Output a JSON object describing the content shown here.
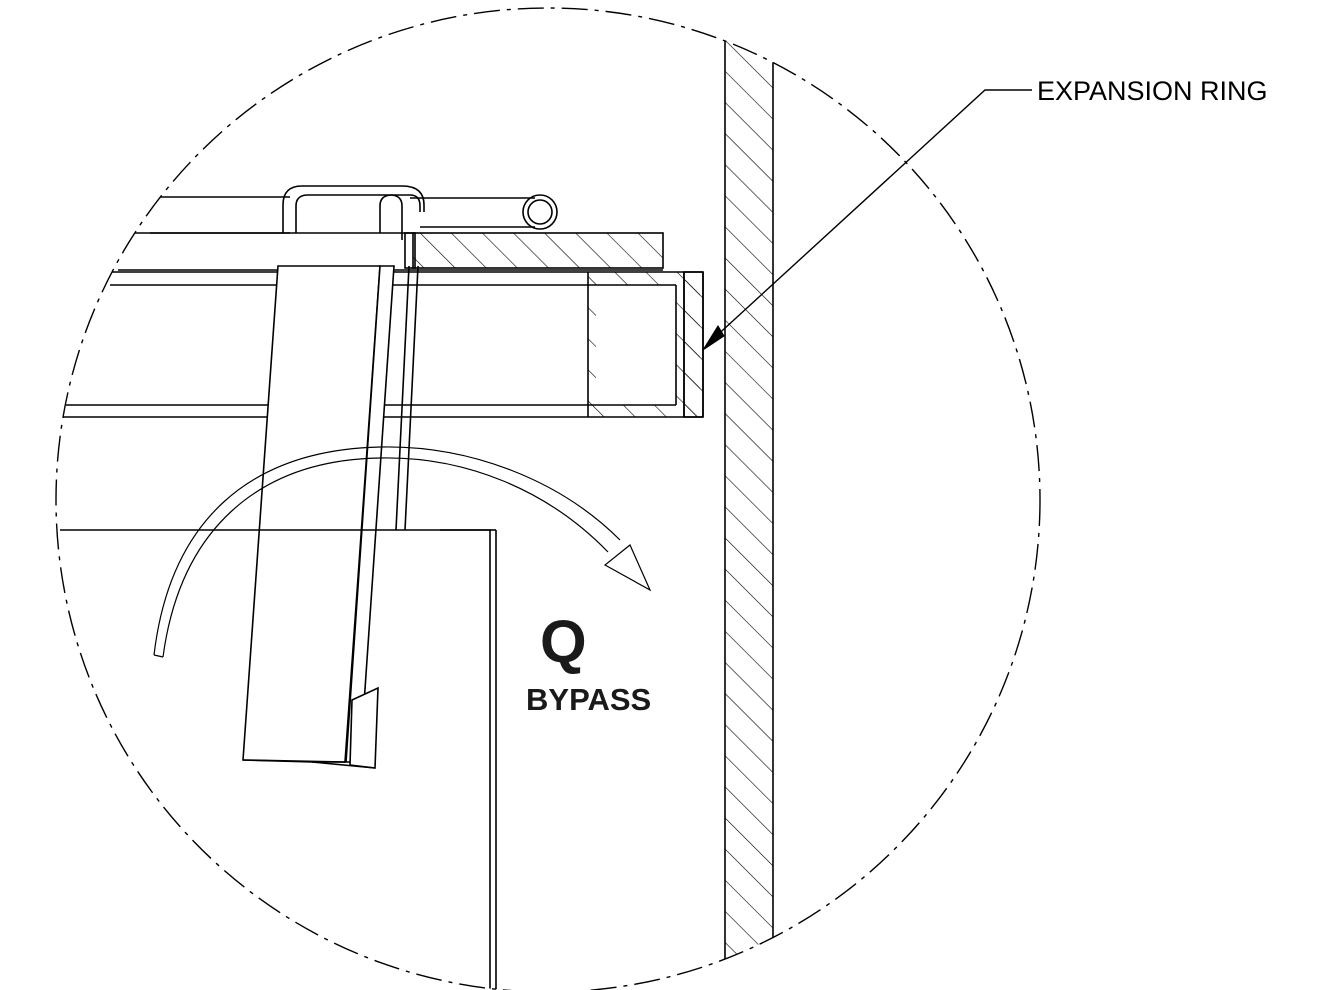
{
  "callout": {
    "label": "EXPANSION RING"
  },
  "flow": {
    "symbol": "Q",
    "label": "BYPASS"
  },
  "colors": {
    "line": "#000000",
    "text": "#1a1a1a",
    "background": "#ffffff"
  }
}
